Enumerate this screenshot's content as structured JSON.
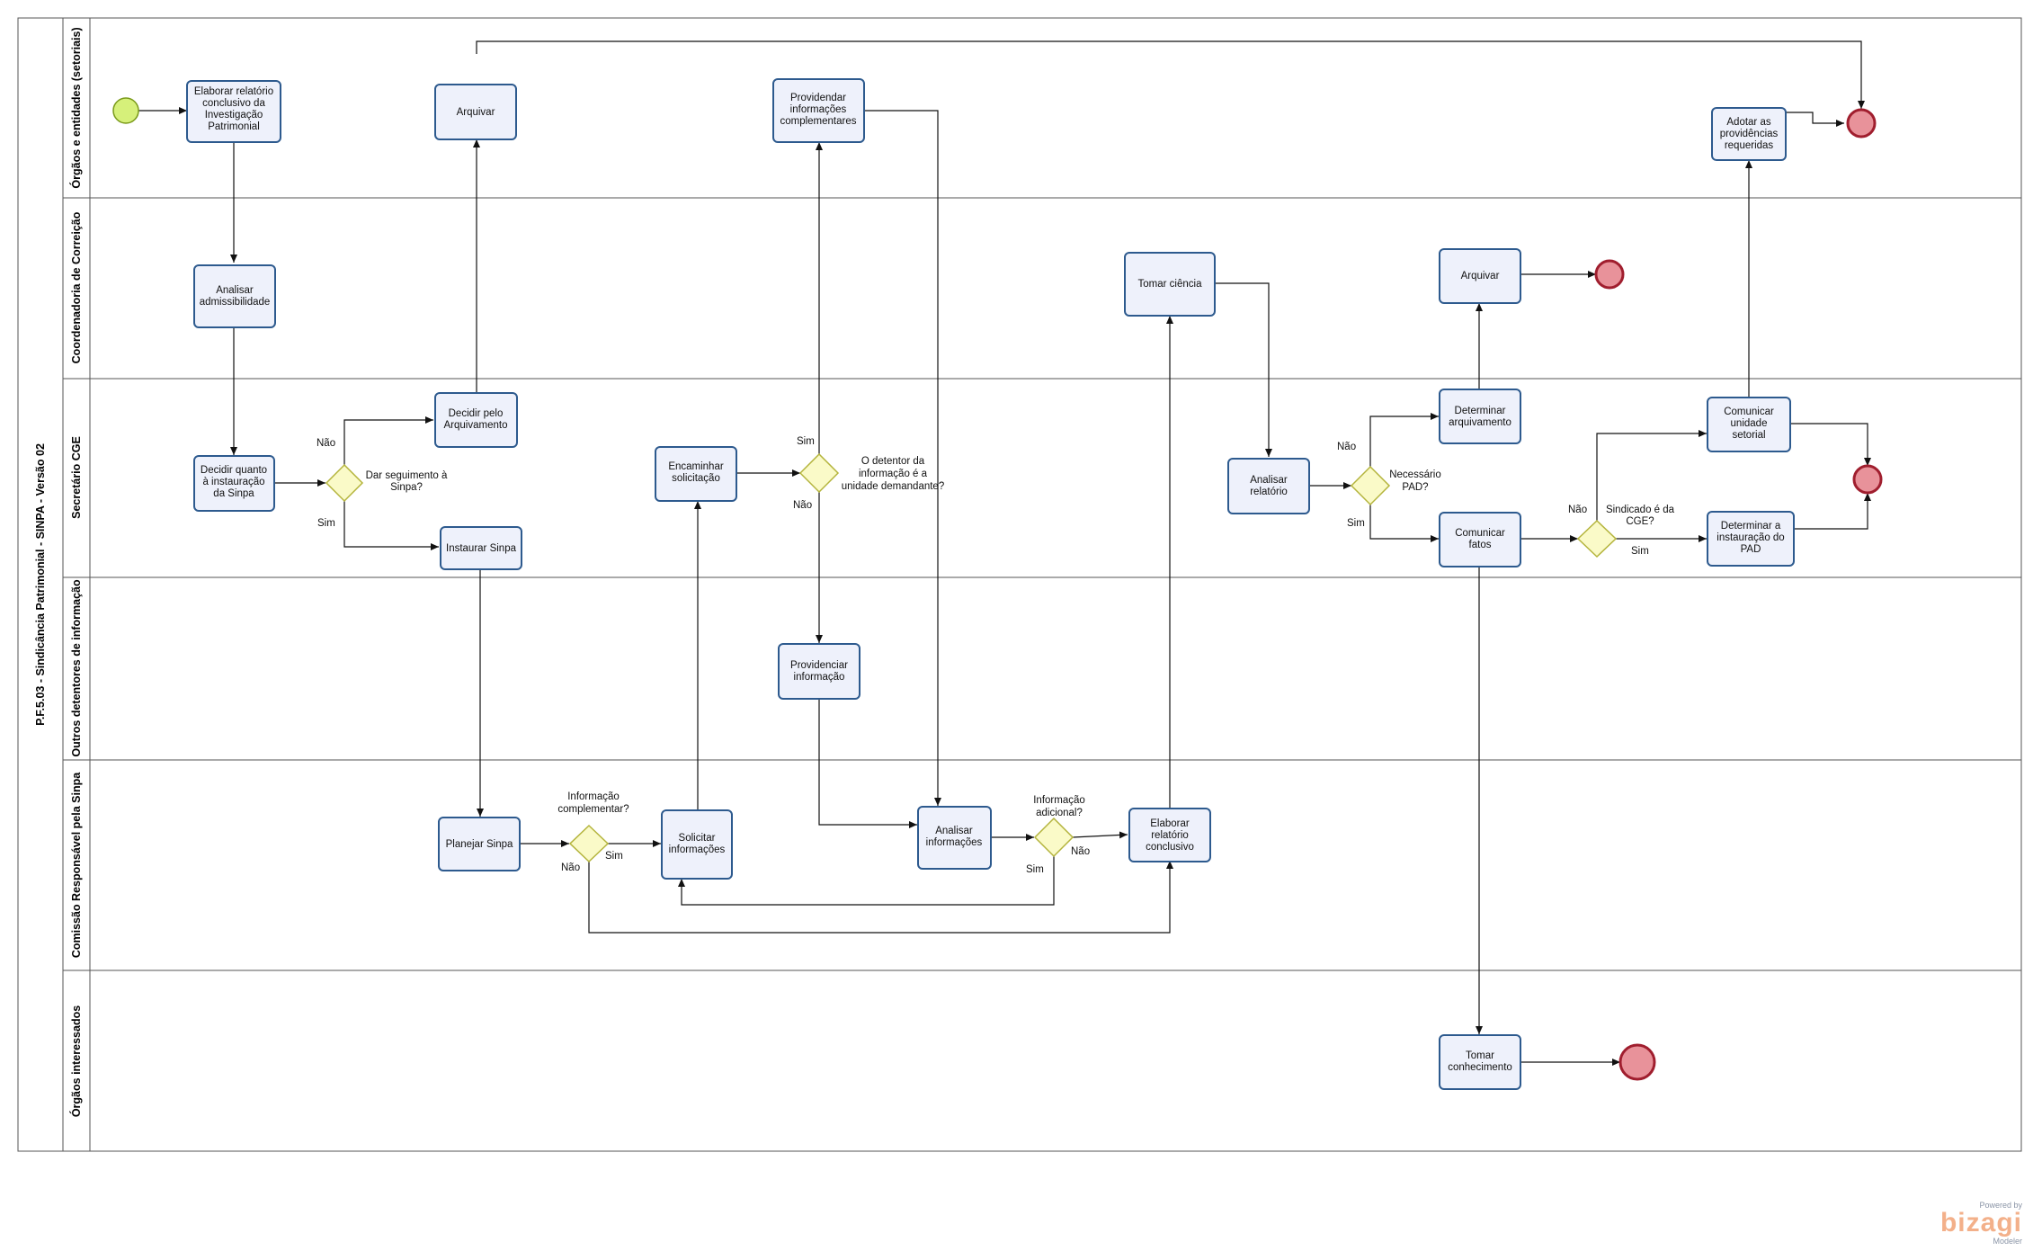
{
  "pool": {
    "title": "P.F.5.03 - Sindicância Patrimonial - SINPA - Versão 02"
  },
  "lanes": [
    {
      "id": "orgaos",
      "label": "Órgãos e entidades (setoriais)"
    },
    {
      "id": "coord",
      "label": "Coordenadoria de Correição"
    },
    {
      "id": "secret",
      "label": "Secretário CGE"
    },
    {
      "id": "outros",
      "label": "Outros detentores de informação"
    },
    {
      "id": "comissao",
      "label": "Comissão Responsável pela Sinpa"
    },
    {
      "id": "interessados",
      "label": "Órgãos interessados"
    }
  ],
  "tasks": [
    {
      "id": "t1",
      "lines": [
        "Elaborar relatório",
        "conclusivo da",
        "Investigação",
        "Patrimonial"
      ]
    },
    {
      "id": "t2",
      "lines": [
        "Arquivar"
      ]
    },
    {
      "id": "t3",
      "lines": [
        "Providendar",
        "informações",
        "complementares"
      ]
    },
    {
      "id": "t4",
      "lines": [
        "Adotar as",
        "providências",
        "requeridas"
      ]
    },
    {
      "id": "t5",
      "lines": [
        "Analisar",
        "admissibilidade"
      ]
    },
    {
      "id": "t6",
      "lines": [
        "Tomar ciência"
      ]
    },
    {
      "id": "t7",
      "lines": [
        "Arquivar"
      ]
    },
    {
      "id": "t8",
      "lines": [
        "Decidir quanto",
        "à instauração",
        "da Sinpa"
      ]
    },
    {
      "id": "t9",
      "lines": [
        "Decidir pelo",
        "Arquivamento"
      ]
    },
    {
      "id": "t10",
      "lines": [
        "Instaurar Sinpa"
      ]
    },
    {
      "id": "t11",
      "lines": [
        "Encaminhar",
        "solicitação"
      ]
    },
    {
      "id": "t12",
      "lines": [
        "Analisar",
        "relatório"
      ]
    },
    {
      "id": "t13",
      "lines": [
        "Determinar",
        "arquivamento"
      ]
    },
    {
      "id": "t14",
      "lines": [
        "Comunicar",
        "fatos"
      ]
    },
    {
      "id": "t15",
      "lines": [
        "Comunicar",
        "unidade",
        "setorial"
      ]
    },
    {
      "id": "t16",
      "lines": [
        "Determinar a",
        "instauração do",
        "PAD"
      ]
    },
    {
      "id": "t17",
      "lines": [
        "Providenciar",
        "informação"
      ]
    },
    {
      "id": "t18",
      "lines": [
        "Planejar Sinpa"
      ]
    },
    {
      "id": "t19",
      "lines": [
        "Solicitar",
        "informações"
      ]
    },
    {
      "id": "t20",
      "lines": [
        "Analisar",
        "informações"
      ]
    },
    {
      "id": "t21",
      "lines": [
        "Elaborar",
        "relatório",
        "conclusivo"
      ]
    },
    {
      "id": "t22",
      "lines": [
        "Tomar",
        "conhecimento"
      ]
    }
  ],
  "gateways": [
    {
      "id": "g1",
      "lines": [
        "Dar seguimento à",
        "Sinpa?"
      ]
    },
    {
      "id": "g2",
      "lines": [
        "O detentor da",
        "informação é a",
        "unidade demandante?"
      ]
    },
    {
      "id": "g3",
      "lines": [
        "Necessário",
        "PAD?"
      ]
    },
    {
      "id": "g4",
      "lines": [
        "Sindicado é da",
        "CGE?"
      ]
    },
    {
      "id": "g5",
      "lines": [
        "Informação",
        "complementar?"
      ]
    },
    {
      "id": "g6",
      "lines": [
        "Informação",
        "adicional?"
      ]
    }
  ],
  "flow_labels": {
    "g1_nao": "Não",
    "g1_sim": "Sim",
    "g2_sim": "Sim",
    "g2_nao": "Não",
    "g3_nao": "Não",
    "g3_sim": "Sim",
    "g4_nao": "Não",
    "g4_sim": "Sim",
    "g5_nao": "Não",
    "g5_sim": "Sim",
    "g6_sim": "Sim",
    "g6_nao": "Não"
  },
  "branding": {
    "powered": "Powered by",
    "name": "bizagi",
    "product": "Modeler"
  },
  "colors": {
    "task_fill": "#eef1fb",
    "task_stroke": "#2d5a8e",
    "start_fill": "#d6f07a",
    "start_stroke": "#7a9a1a",
    "end_fill": "#e8929a",
    "end_stroke": "#a01e2e",
    "gateway_fill": "#fafac8",
    "gateway_stroke": "#b4b43c"
  }
}
